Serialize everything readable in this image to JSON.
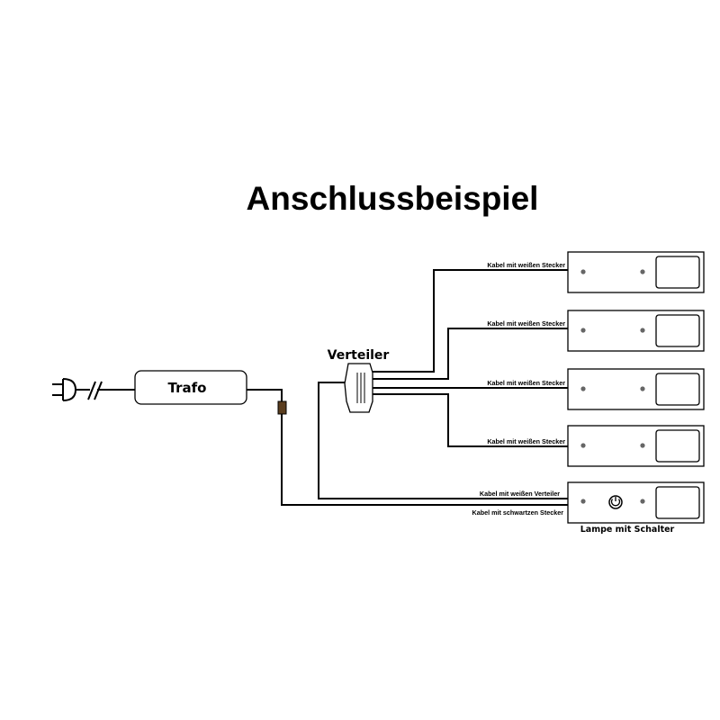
{
  "title": "Anschlussbeispiel",
  "trafo_label": "Trafo",
  "verteiler_label": "Verteiler",
  "cables": [
    "Kabel mit weißen Stecker",
    "Kabel mit weißen Stecker",
    "Kabel mit weißen Stecker",
    "Kabel mit weißen Stecker",
    "Kabel mit weißen Verteiler",
    "Kabel mit schwartzen Stecker"
  ],
  "lamp_switch_label": "Lampe mit Schalter",
  "icons": {
    "plug": "power-plug-icon",
    "switch": "power-switch-icon"
  }
}
